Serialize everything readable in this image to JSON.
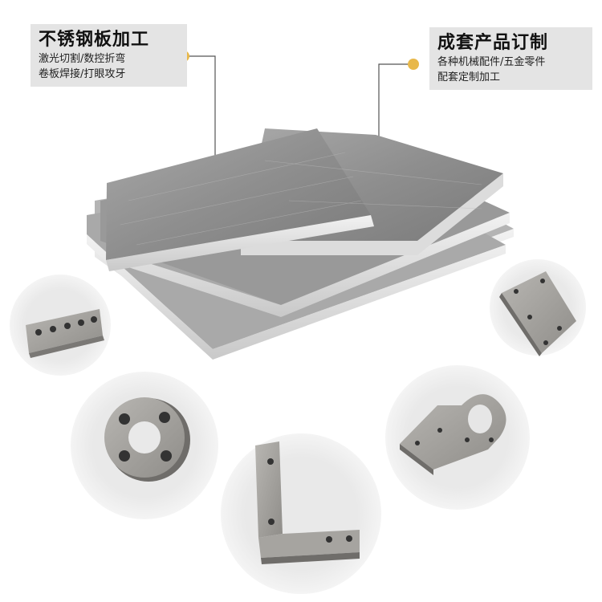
{
  "label_left": {
    "title": "不锈钢板加工",
    "lines": [
      "激光切割/数控折弯",
      "卷板焊接/打眼攻牙"
    ]
  },
  "label_right": {
    "title": "成套产品订制",
    "lines": [
      "各种机械配件/五金零件",
      "配套定制加工"
    ]
  },
  "colors": {
    "accent_dot": "#e8b84a",
    "label_bg": "#e4e4e4",
    "steel": "#9a9a9a"
  }
}
